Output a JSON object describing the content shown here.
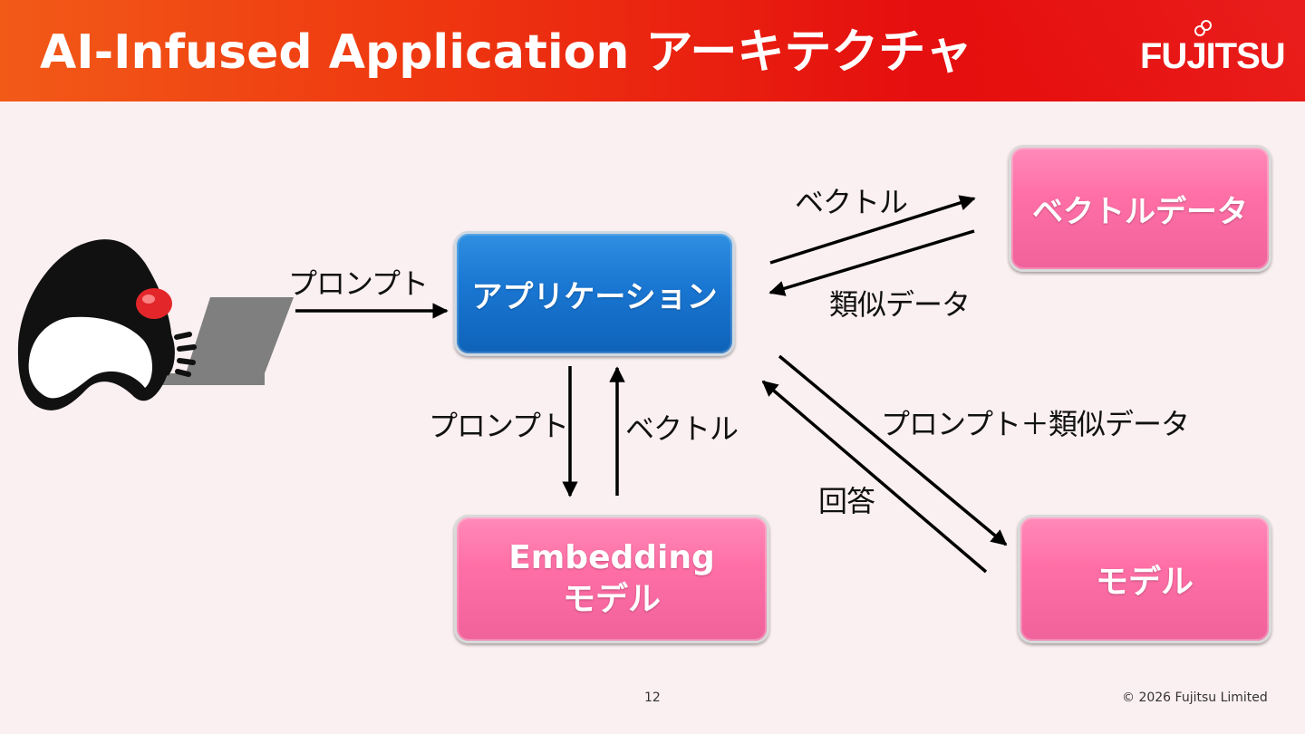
{
  "header": {
    "title": "AI-Infused Application アーキテクチャ",
    "logo_text": "FUJITSU"
  },
  "boxes": {
    "application": "アプリケーション",
    "vector_data": "ベクトルデータ",
    "embedding_line1": "Embedding",
    "embedding_line2": "モデル",
    "model": "モデル"
  },
  "labels": {
    "user_prompt": "プロンプト",
    "vector_to_store": "ベクトル",
    "similar_data": "類似データ",
    "prompt_to_embedding": "プロンプト",
    "vector_from_embedding": "ベクトル",
    "prompt_plus_similar": "プロンプト＋類似データ",
    "answer": "回答"
  },
  "footer": {
    "page_number": "12",
    "copyright": "© 2026 Fujitsu Limited"
  },
  "colors": {
    "header_start": "#f25a18",
    "header_end": "#e8110f",
    "box_blue": "#1976d2",
    "box_pink": "#ff6fa6",
    "background": "#fbf0f1"
  },
  "icons": {
    "mascot": "duke-mascot-with-laptop-icon"
  }
}
